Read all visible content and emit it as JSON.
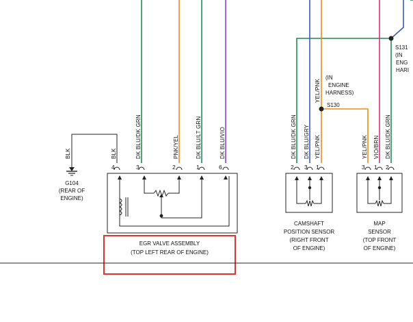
{
  "colors": {
    "dk_grn": "#1f8a4c",
    "pink": "#d9327c",
    "orange": "#ef8a1c",
    "violet": "#8a3fc7",
    "blue": "#3a58b8",
    "black": "#222222",
    "highlight": "#e0322e"
  },
  "egr": {
    "pins": [
      "4",
      "3",
      "2",
      "1",
      "6"
    ],
    "wire_labels": [
      "BLK",
      "DK BLU/DK GRN",
      "PNK/YEL",
      "DK BLU/LT GRN",
      "DK BLU/VIO"
    ],
    "title_line1": "EGR VALVE ASSEMBLY",
    "title_line2": "(TOP LEFT REAR OF ENGINE)"
  },
  "ground": {
    "wire_label": "BLK",
    "id": "G104",
    "loc_line1": "(REAR OF",
    "loc_line2": "ENGINE)"
  },
  "camshaft": {
    "pins": [
      "2",
      "3",
      "1"
    ],
    "wire_labels": [
      "DK BLU/DK GRN",
      "DK BLU/GRY",
      "YEL/PNK"
    ],
    "title_line1": "CAMSHAFT",
    "title_line2": "POSITION SENSOR",
    "title_line3": "(RIGHT FRONT",
    "title_line4": "OF ENGINE)"
  },
  "splice130": {
    "id": "S130",
    "wire_label": "YEL/PNK",
    "note_line1": "(IN",
    "note_line2": "ENGINE",
    "note_line3": "HARNESS)"
  },
  "map": {
    "pins": [
      "3",
      "1",
      "2"
    ],
    "wire_labels": [
      "YEL/PNK",
      "VIO/BRN",
      "DK BLU/DK GRN"
    ],
    "title_line1": "MAP",
    "title_line2": "SENSOR",
    "title_line3": "(TOP FRONT",
    "title_line4": "OF ENGINE)"
  },
  "splice131": {
    "id": "S131",
    "note_line1": "(IN",
    "note_line2": "ENG",
    "note_line3": "HARI"
  }
}
